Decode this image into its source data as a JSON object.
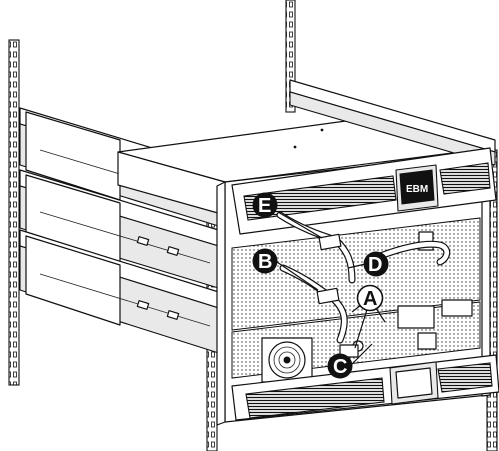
{
  "brand_label": "EBM",
  "callouts": {
    "a": "A",
    "b": "B",
    "c": "C",
    "d": "D",
    "e": "E"
  },
  "colors": {
    "line": "#111111",
    "background": "#ffffff",
    "shade": "#e9e9e9"
  }
}
